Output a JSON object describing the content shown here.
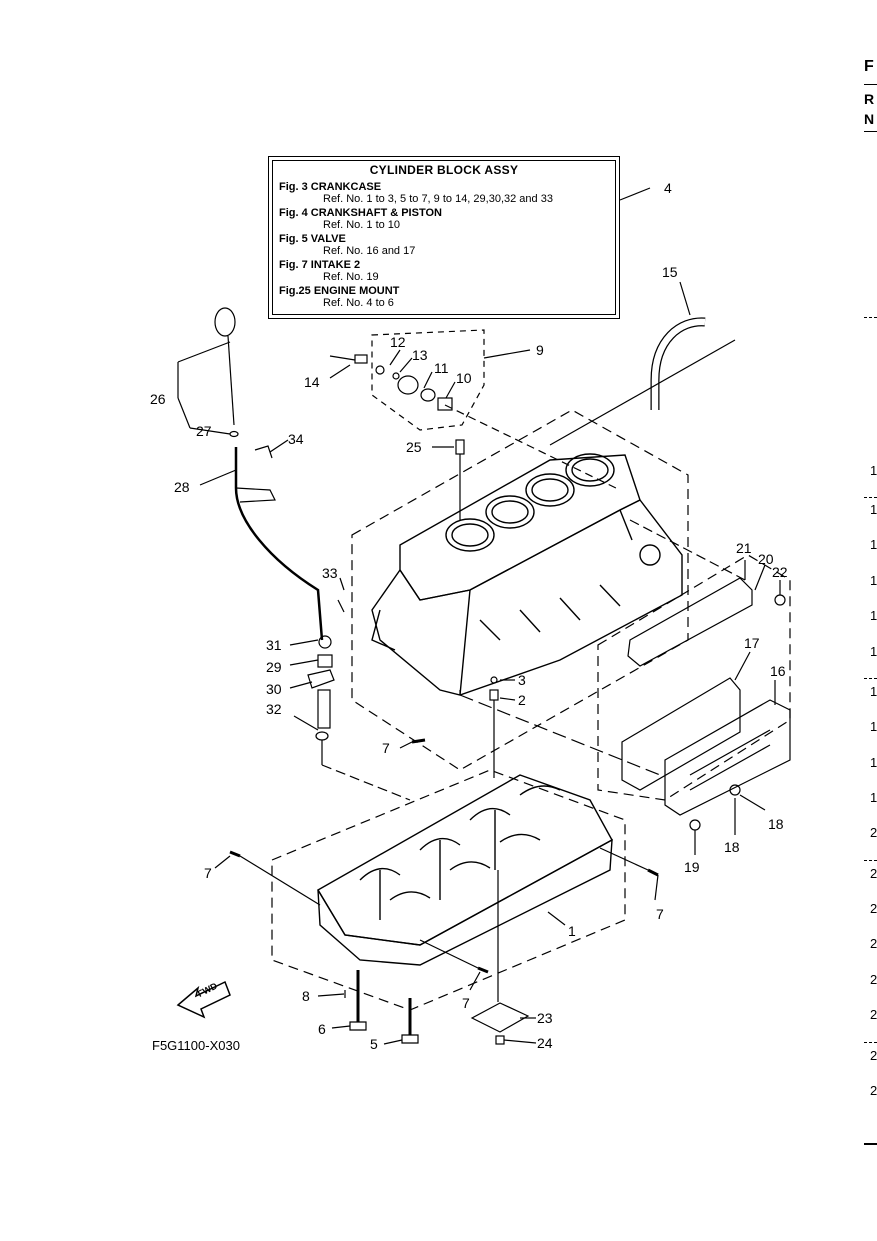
{
  "header_box": {
    "title": "CYLINDER BLOCK ASSY",
    "entries": [
      {
        "fig": "Fig.  3 CRANKCASE",
        "refs": "Ref. No. 1 to 3, 5 to 7, 9 to 14, 29,30,32 and 33"
      },
      {
        "fig": "Fig.  4 CRANKSHAFT & PISTON",
        "refs": "Ref. No. 1 to 10"
      },
      {
        "fig": "Fig.  5 VALVE",
        "refs": "Ref. No. 16 and 17"
      },
      {
        "fig": "Fig.  7 INTAKE 2",
        "refs": "Ref. No. 19"
      },
      {
        "fig": "Fig.25 ENGINE MOUNT",
        "refs": "Ref. No. 4 to 6"
      }
    ]
  },
  "callouts": {
    "c1": "1",
    "c2": "2",
    "c3": "3",
    "c4": "4",
    "c5": "5",
    "c6": "6",
    "c7a": "7",
    "c7b": "7",
    "c7c": "7",
    "c7d": "7",
    "c8": "8",
    "c9": "9",
    "c10": "10",
    "c11": "11",
    "c12": "12",
    "c13": "13",
    "c14": "14",
    "c15": "15",
    "c16": "16",
    "c17": "17",
    "c18a": "18",
    "c18b": "18",
    "c19": "19",
    "c20": "20",
    "c21": "21",
    "c22": "22",
    "c23": "23",
    "c24": "24",
    "c25": "25",
    "c26": "26",
    "c27": "27",
    "c28": "28",
    "c29": "29",
    "c30": "30",
    "c31": "31",
    "c32": "32",
    "c33": "33",
    "c34": "34"
  },
  "fwd_label": "FWD",
  "figure_code": "F5G1100-X030",
  "right_edge": {
    "letters": [
      "F",
      "R",
      "N"
    ],
    "numbers": [
      "1",
      "1",
      "1",
      "1",
      "1",
      "1",
      "1",
      "1",
      "1",
      "1",
      "2",
      "2",
      "2",
      "2",
      "2",
      "2",
      "2",
      "2"
    ]
  }
}
